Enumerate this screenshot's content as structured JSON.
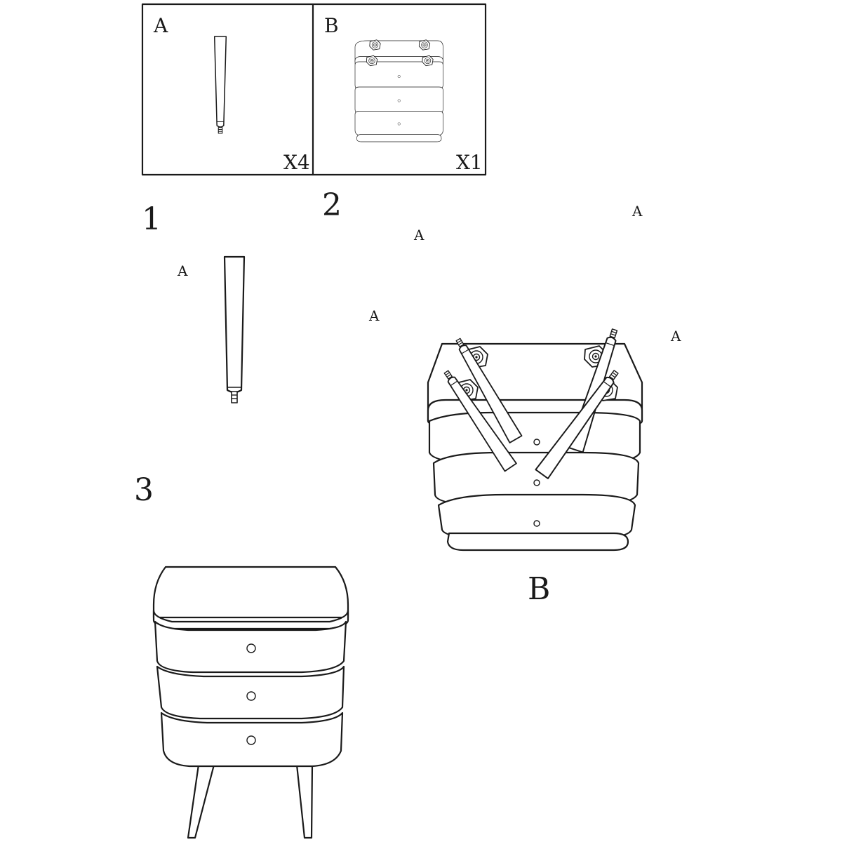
{
  "parts": {
    "a": {
      "letter": "A",
      "quantity": "X4"
    },
    "b": {
      "letter": "B",
      "quantity": "X1"
    }
  },
  "steps": [
    {
      "number": "1",
      "part_label": "A"
    },
    {
      "number": "2",
      "part_labels": [
        "A",
        "A",
        "A",
        "A"
      ],
      "body_label": "B"
    },
    {
      "number": "3"
    }
  ]
}
